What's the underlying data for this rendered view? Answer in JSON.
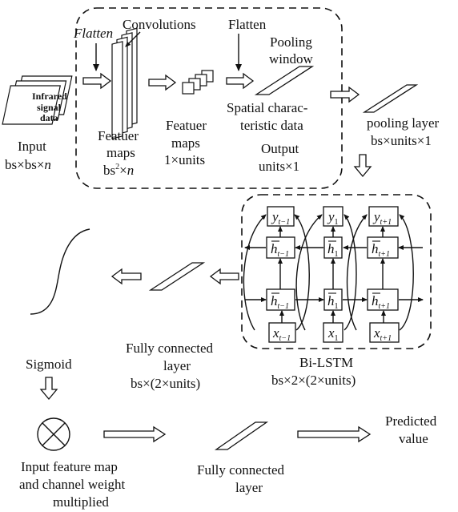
{
  "diagram": {
    "cnn_block": {
      "flatten_1": "Flatten",
      "convolutions": "Convolutions",
      "flatten_2": "Flatten",
      "pooling_window": [
        "Pooling",
        "window"
      ],
      "feature_maps_1": [
        "Featuer",
        "maps",
        "bs²×n"
      ],
      "feature_maps_2": [
        "Featuer",
        "maps",
        "1×units"
      ],
      "spatial": [
        "Spatial charac-",
        "teristic data"
      ],
      "output": [
        "Output",
        "units×1"
      ]
    },
    "input": {
      "stack_text": [
        "Infrared",
        "signal",
        "data"
      ],
      "label": "Input",
      "dims": "bs×bs×n"
    },
    "pooling_layer": [
      "pooling layer",
      "bs×units×1"
    ],
    "bilstm": {
      "label": "Bi-LSTM",
      "dims": "bs×2×(2×units)",
      "y": [
        "y",
        "y",
        "y"
      ],
      "h": [
        "h",
        "h",
        "h"
      ],
      "x": [
        "x",
        "x",
        "x"
      ],
      "subs": [
        "t−1",
        "1",
        "t+1"
      ]
    },
    "fully_connected_1": [
      "Fully connected",
      "layer",
      "bs×(2×units)"
    ],
    "sigmoid": "Sigmoid",
    "multiply": [
      "Input feature map",
      "and channel weight",
      "multiplied"
    ],
    "fully_connected_2": [
      "Fully connected",
      "layer"
    ],
    "predicted": [
      "Predicted",
      "value"
    ]
  }
}
